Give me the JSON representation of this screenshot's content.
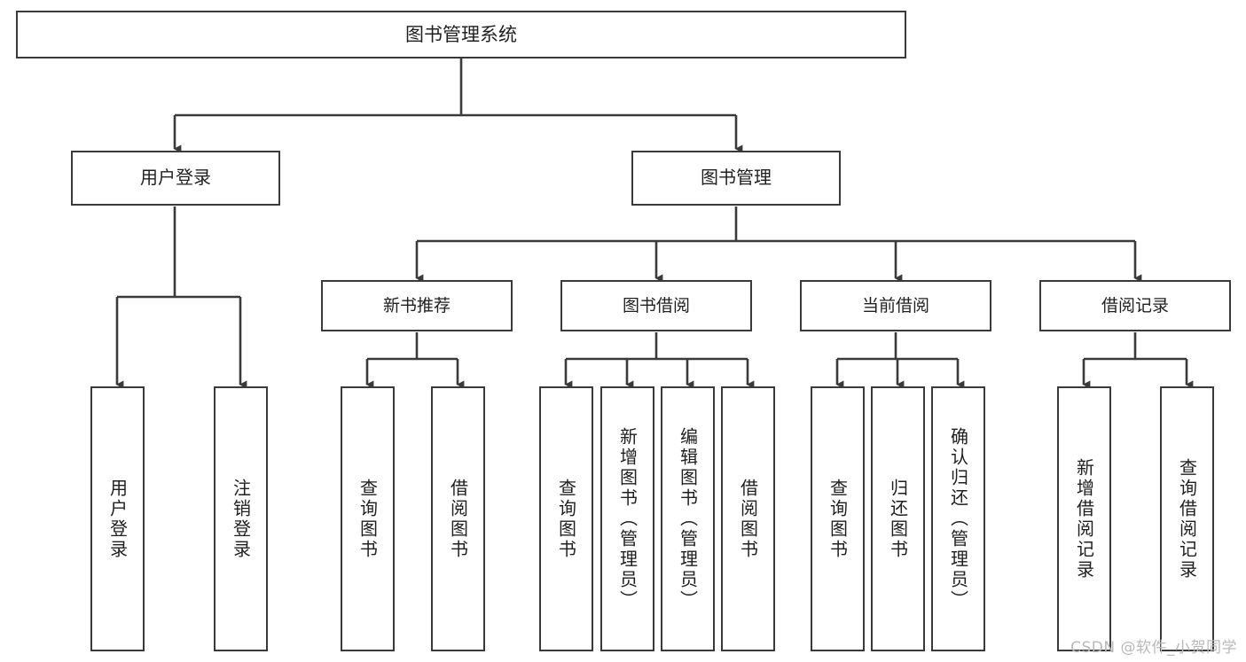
{
  "diagram": {
    "title": "图书管理系统",
    "type": "hierarchy-tree",
    "orientation": "top-down",
    "colors": {
      "box_border": "#3a3a3a",
      "box_fill": "#ffffff",
      "connector": "#3a3a3a",
      "text": "#1f1f1f",
      "watermark": "#b9b9b9",
      "background": "#ffffff"
    },
    "root": {
      "label": "图书管理系统"
    },
    "level2": [
      {
        "label": "用户登录"
      },
      {
        "label": "图书管理"
      }
    ],
    "level3": [
      {
        "label": "新书推荐"
      },
      {
        "label": "图书借阅"
      },
      {
        "label": "当前借阅"
      },
      {
        "label": "借阅记录"
      }
    ],
    "leaves": {
      "user_login": [
        {
          "label": "用户登录"
        },
        {
          "label": "注销登录"
        }
      ],
      "new_book_recommend": [
        {
          "label": "查询图书"
        },
        {
          "label": "借阅图书"
        }
      ],
      "book_borrow": [
        {
          "label": "查询图书"
        },
        {
          "label": "新增图书（管理员）"
        },
        {
          "label": "编辑图书（管理员）"
        },
        {
          "label": "借阅图书"
        }
      ],
      "current_borrow": [
        {
          "label": "查询图书"
        },
        {
          "label": "归还图书"
        },
        {
          "label": "确认归还（管理员）"
        }
      ],
      "borrow_record": [
        {
          "label": "新增借阅记录"
        },
        {
          "label": "查询借阅记录"
        }
      ]
    }
  },
  "watermark": {
    "text": "CSDN @软件_小贺同学"
  }
}
